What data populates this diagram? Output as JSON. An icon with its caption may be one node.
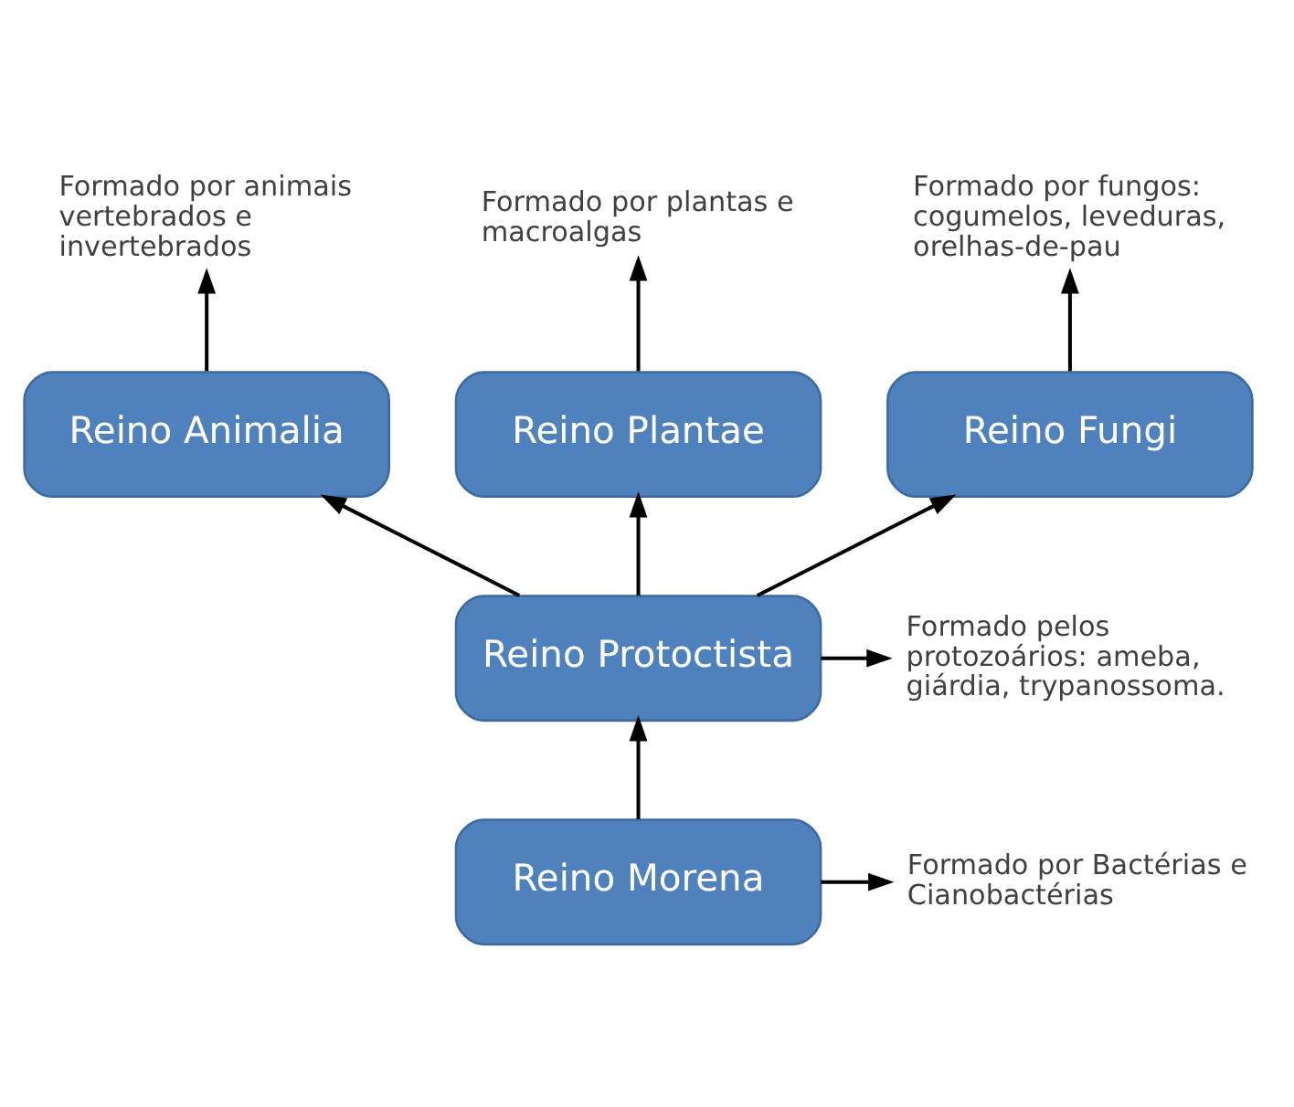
{
  "diagram": {
    "nodes": [
      {
        "text": [
          "Formado por animais vertebrados e invertebrados"
        ]
      },
      {
        "text": [
          "Formado por plantas e macroalgas"
        ]
      },
      {
        "text": [
          "Formado por fungos: cogumelos, leveduras, orelhas-de-pau"
        ]
      },
      {
        "text": [
          "Reino Animalia"
        ]
      },
      {
        "text": [
          "Reino Plantae"
        ]
      },
      {
        "text": [
          "Reino Fungi"
        ]
      },
      {
        "text": [
          "Reino Protoctista"
        ]
      },
      {
        "text": [
          "Formado pelos protozoários: ameba, giárdia, trypanossoma."
        ]
      },
      {
        "text": [
          "Reino Morena"
        ]
      },
      {
        "text": [
          "Formado por Bactérias e Cianobactérias"
        ]
      }
    ],
    "edges": [
      {
        "from": 3,
        "to": 0,
        "arrow": "to"
      },
      {
        "from": 4,
        "to": 1,
        "arrow": "to"
      },
      {
        "from": 5,
        "to": 2,
        "arrow": "to"
      },
      {
        "from": 6,
        "to": 3,
        "arrow": "to"
      },
      {
        "from": 6,
        "to": 4,
        "arrow": "to"
      },
      {
        "from": 6,
        "to": 5,
        "arrow": "to"
      },
      {
        "from": 6,
        "to": 7,
        "arrow": "to"
      },
      {
        "from": 8,
        "to": 6,
        "arrow": "to"
      },
      {
        "from": 8,
        "to": 9,
        "arrow": "to"
      }
    ]
  }
}
